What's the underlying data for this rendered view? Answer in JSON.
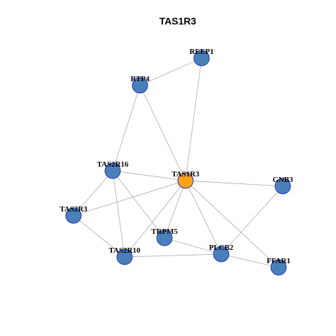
{
  "title": "TAS1R3",
  "colors": {
    "node_default": "#4a80ba",
    "node_highlight": "#ffa21a",
    "node_border": "#2433b0",
    "edge": "#b4b4b4"
  },
  "nodes": [
    {
      "id": "REEP1",
      "label": "REEP1",
      "highlight": false
    },
    {
      "id": "RTP4",
      "label": "RTP4",
      "highlight": false
    },
    {
      "id": "TAS2R16",
      "label": "TAS2R16",
      "highlight": false
    },
    {
      "id": "TAS1R3",
      "label": "TAS1R3",
      "highlight": true
    },
    {
      "id": "GNB3",
      "label": "GNB3",
      "highlight": false
    },
    {
      "id": "TAS2R3",
      "label": "TAS2R3",
      "highlight": false
    },
    {
      "id": "TRPM5",
      "label": "TRPM5",
      "highlight": false
    },
    {
      "id": "TAS2R10",
      "label": "TAS2R10",
      "highlight": false
    },
    {
      "id": "PLCB2",
      "label": "PLCB2",
      "highlight": false
    },
    {
      "id": "FFAR1",
      "label": "FFAR1",
      "highlight": false
    }
  ],
  "edges": [
    [
      "REEP1",
      "RTP4"
    ],
    [
      "REEP1",
      "TAS1R3"
    ],
    [
      "RTP4",
      "TAS2R16"
    ],
    [
      "RTP4",
      "TAS1R3"
    ],
    [
      "TAS2R16",
      "TAS1R3"
    ],
    [
      "TAS2R16",
      "TAS2R3"
    ],
    [
      "TAS2R16",
      "TAS2R10"
    ],
    [
      "TAS2R16",
      "TRPM5"
    ],
    [
      "TAS1R3",
      "GNB3"
    ],
    [
      "TAS1R3",
      "TAS2R3"
    ],
    [
      "TAS1R3",
      "TRPM5"
    ],
    [
      "TAS1R3",
      "TAS2R10"
    ],
    [
      "TAS1R3",
      "PLCB2"
    ],
    [
      "TAS1R3",
      "FFAR1"
    ],
    [
      "GNB3",
      "PLCB2"
    ],
    [
      "TAS2R3",
      "TAS2R10"
    ],
    [
      "TRPM5",
      "PLCB2"
    ],
    [
      "TAS2R10",
      "PLCB2"
    ],
    [
      "PLCB2",
      "FFAR1"
    ]
  ]
}
